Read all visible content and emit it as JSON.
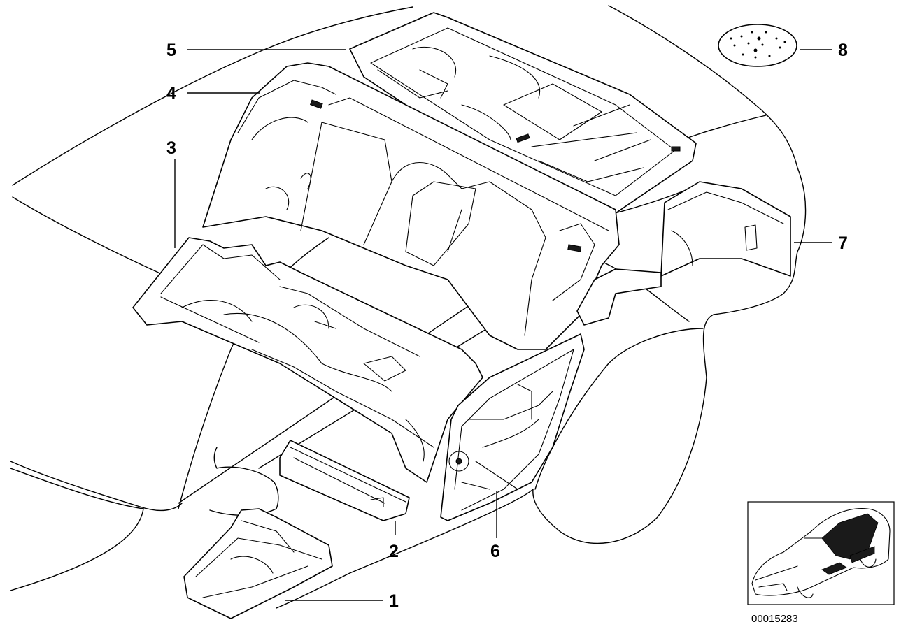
{
  "callouts": [
    {
      "id": "1",
      "label": "1"
    },
    {
      "id": "2",
      "label": "2"
    },
    {
      "id": "3",
      "label": "3"
    },
    {
      "id": "4",
      "label": "4"
    },
    {
      "id": "5",
      "label": "5"
    },
    {
      "id": "6",
      "label": "6"
    },
    {
      "id": "7",
      "label": "7"
    },
    {
      "id": "8",
      "label": "8"
    }
  ],
  "reference_number": "00015283",
  "colors": {
    "line": "#000000",
    "background": "#ffffff",
    "fill_dark": "#1a1a1a"
  }
}
